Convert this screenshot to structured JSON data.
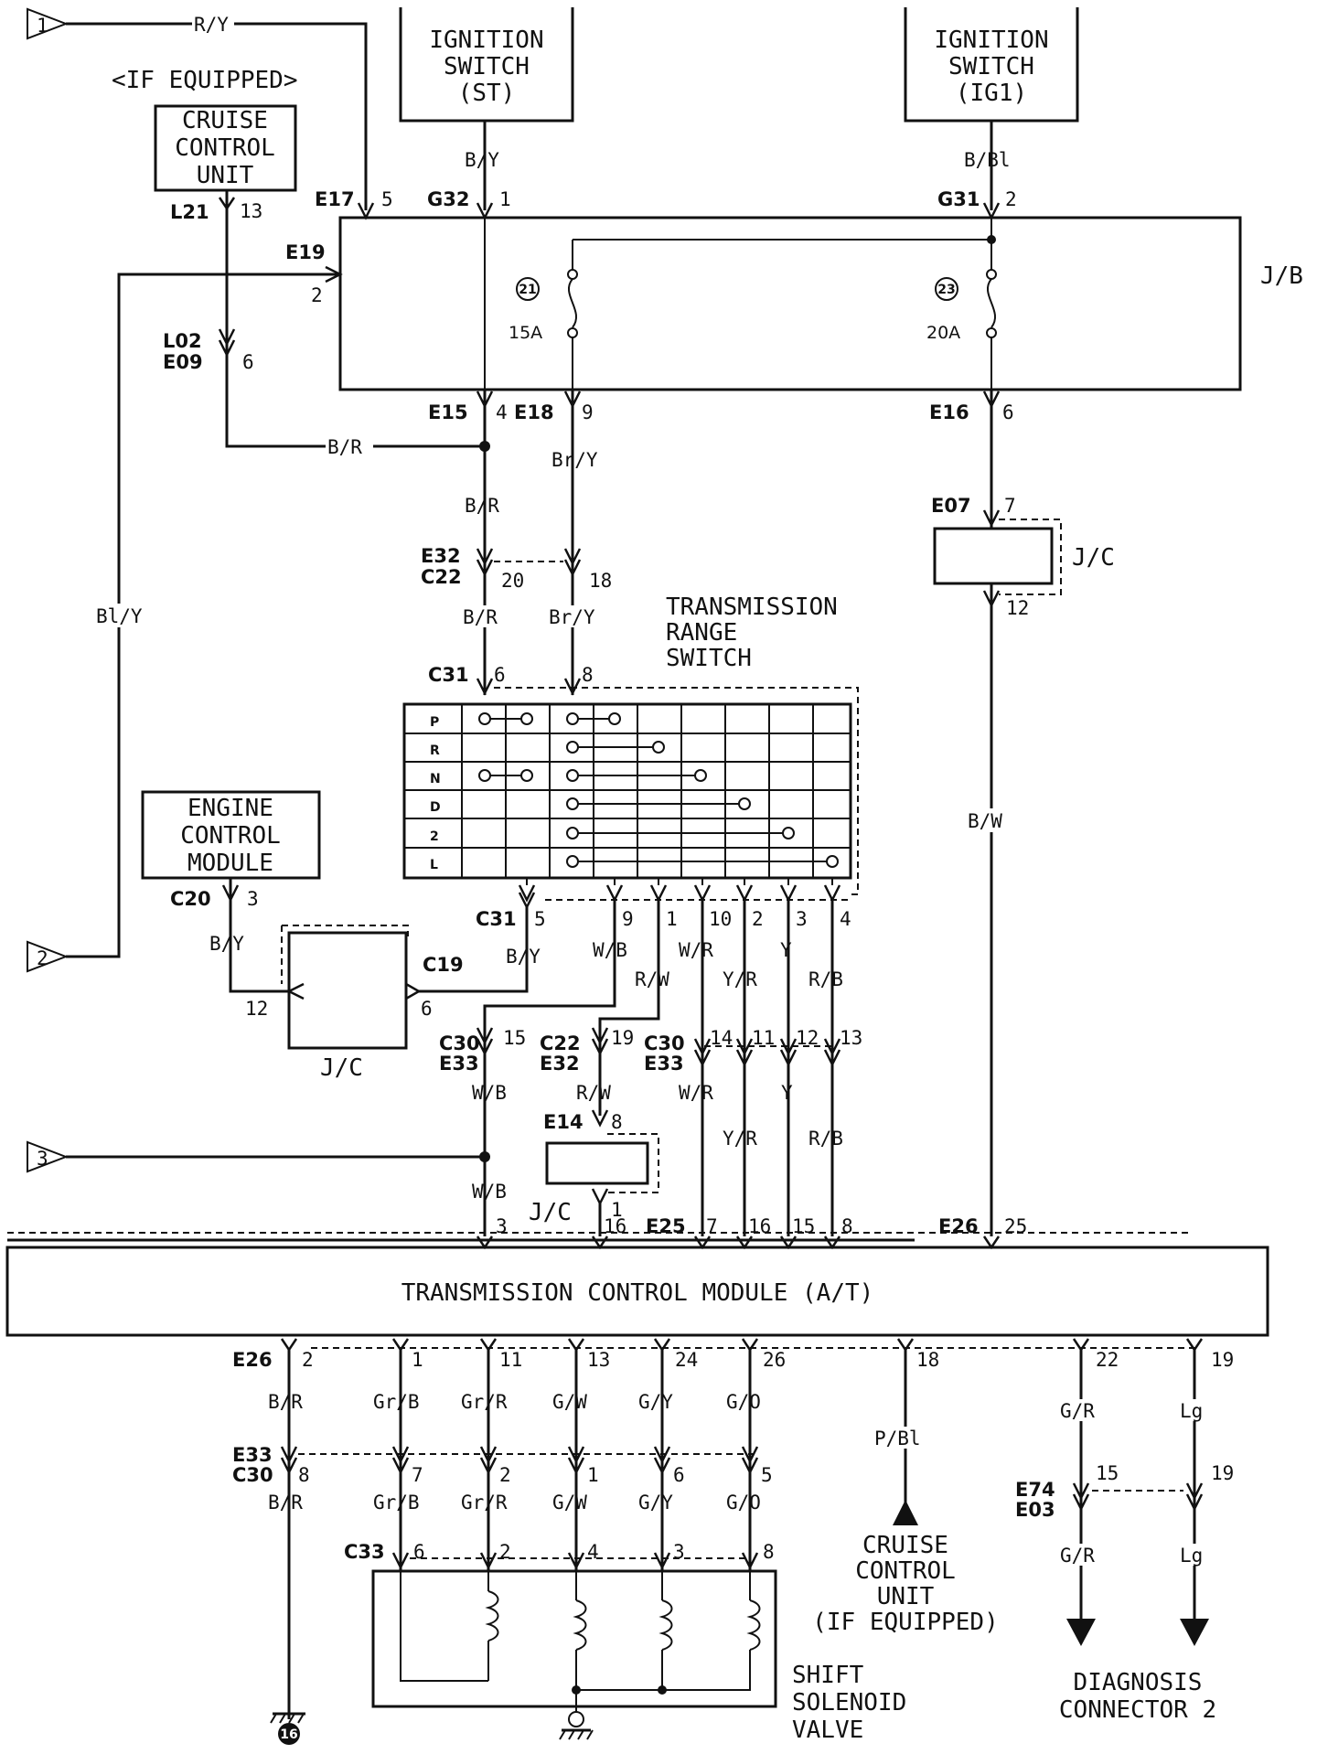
{
  "offpage": {
    "ref1": "1",
    "ref2": "2",
    "ref3": "3"
  },
  "labels": {
    "if_equipped": "<IF EQUIPPED>",
    "cruise_unit": [
      "CRUISE",
      "CONTROL",
      "UNIT"
    ],
    "ign_st": [
      "IGNITION",
      "SWITCH",
      "(ST)"
    ],
    "ign_ig1": [
      "IGNITION",
      "SWITCH",
      "(IG1)"
    ],
    "jb": "J/B",
    "jc": "J/C",
    "trs": [
      "TRANSMISSION",
      "RANGE",
      "SWITCH"
    ],
    "ecm": [
      "ENGINE",
      "CONTROL",
      "MODULE"
    ],
    "tcm": "TRANSMISSION CONTROL MODULE (A/T)",
    "cruise_bottom": [
      "CRUISE",
      "CONTROL",
      "UNIT",
      "(IF EQUIPPED)"
    ],
    "solenoid": [
      "SHIFT",
      "SOLENOID",
      "VALVE"
    ],
    "diag": [
      "DIAGNOSIS",
      "CONNECTOR 2"
    ],
    "ground16": "16"
  },
  "fuses": [
    {
      "number": "21",
      "amps": "15A"
    },
    {
      "number": "23",
      "amps": "20A"
    }
  ],
  "wires": {
    "r_y": "R/Y",
    "b_y": "B/Y",
    "b_bl": "B/Bl",
    "b_r": "B/R",
    "br_y": "Br/Y",
    "b_w": "B/W",
    "bl_y": "Bl/Y",
    "w_b": "W/B",
    "r_w": "R/W",
    "w_r": "W/R",
    "y_r": "Y/R",
    "y": "Y",
    "r_b": "R/B",
    "gr_b": "Gr/B",
    "gr_r": "Gr/R",
    "g_w": "G/W",
    "g_y": "G/Y",
    "g_o": "G/O",
    "p_bl": "P/Bl",
    "g_r": "G/R",
    "lg": "Lg"
  },
  "connectors": {
    "E17": "E17",
    "G32": "G32",
    "G31": "G31",
    "L21": "L21",
    "E19": "E19",
    "L02": "L02",
    "E09": "E09",
    "E15": "E15",
    "E18": "E18",
    "E16": "E16",
    "E07": "E07",
    "E32": "E32",
    "C22": "C22",
    "C31": "C31",
    "C20": "C20",
    "C19": "C19",
    "C30": "C30",
    "E33": "E33",
    "E14": "E14",
    "E25": "E25",
    "E26": "E26",
    "C33": "C33",
    "E74": "E74",
    "E03": "E03"
  },
  "pins": {
    "e17": "5",
    "g32": "1",
    "g31": "2",
    "l21": "13",
    "e19": "2",
    "e09": "6",
    "e15": "4",
    "e18": "9",
    "e16": "6",
    "e07a": "7",
    "e07b": "12",
    "e32a": "20",
    "e32b": "18",
    "c31a": "6",
    "c31b": "8",
    "c31_bottom": [
      "5",
      "9",
      "1",
      "10",
      "2",
      "3",
      "4"
    ],
    "c20": "3",
    "c19a": "12",
    "c19b": "6",
    "c30a": "15",
    "c22": "19",
    "c30b": [
      "14",
      "11",
      "12",
      "13"
    ],
    "e14a": "8",
    "e14b": "1",
    "tcm_top": [
      "3",
      "16",
      "7",
      "16",
      "15",
      "8",
      "25"
    ],
    "tcm_bottom": [
      "2",
      "1",
      "11",
      "13",
      "24",
      "26",
      "18",
      "22",
      "19"
    ],
    "e33_bottom": [
      "8",
      "7",
      "2",
      "1",
      "6",
      "5"
    ],
    "c33": [
      "6",
      "2",
      "4",
      "3",
      "8"
    ],
    "e74a": "15",
    "e74b": "19"
  },
  "range_switch": {
    "positions": [
      "P",
      "R",
      "N",
      "D",
      "2",
      "L"
    ]
  }
}
